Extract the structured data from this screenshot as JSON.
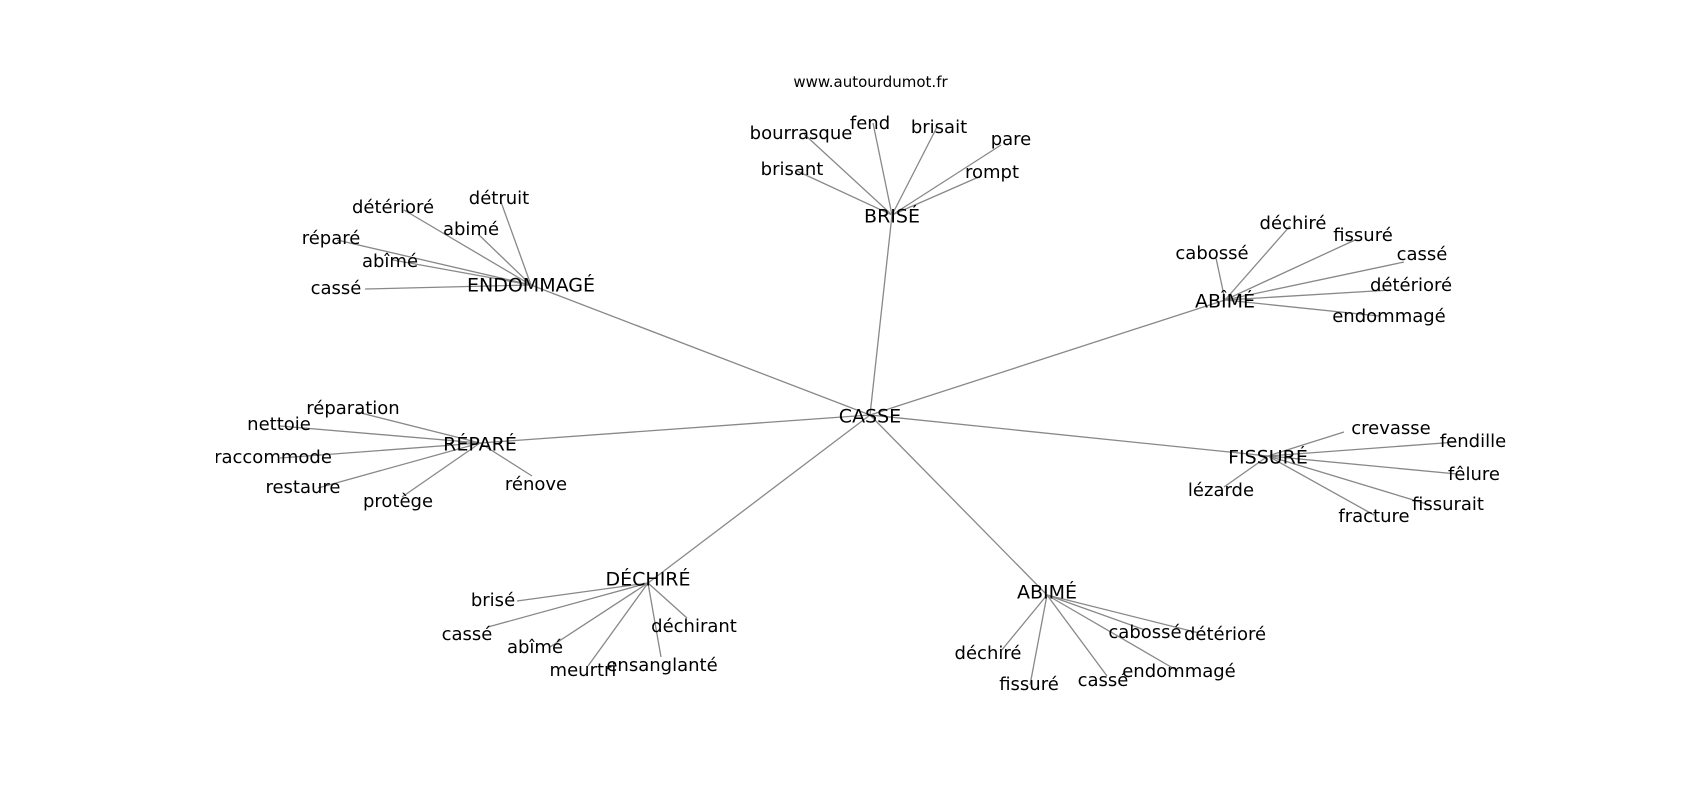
{
  "source": "www.autourdumot.fr",
  "center": "CASSE",
  "groups": [
    {
      "label": "BRISÉ",
      "words": [
        "bourrasque",
        "fend",
        "brisait",
        "pare",
        "brisant",
        "rompt"
      ]
    },
    {
      "label": "ENDOMMAGÉ",
      "words": [
        "détérioré",
        "détruit",
        "réparé",
        "abimé",
        "abîmé",
        "cassé"
      ]
    },
    {
      "label": "ABÎMÉ",
      "words": [
        "déchiré",
        "fissuré",
        "cabossé",
        "cassé",
        "détérioré",
        "endommagé"
      ]
    },
    {
      "label": "RÉPARÉ",
      "words": [
        "réparation",
        "nettoie",
        "raccommode",
        "restaure",
        "protège",
        "rénove"
      ]
    },
    {
      "label": "FISSURÉ",
      "words": [
        "crevasse",
        "fendille",
        "fêlure",
        "lézarde",
        "fissurait",
        "fracture"
      ]
    },
    {
      "label": "DÉCHIRÉ",
      "words": [
        "brisé",
        "cassé",
        "déchirant",
        "abîmé",
        "meurtri",
        "ensanglanté"
      ]
    },
    {
      "label": "ABIMÉ",
      "words": [
        "cabossé",
        "détérioré",
        "déchiré",
        "endommagé",
        "fissuré",
        "cassé"
      ]
    }
  ]
}
